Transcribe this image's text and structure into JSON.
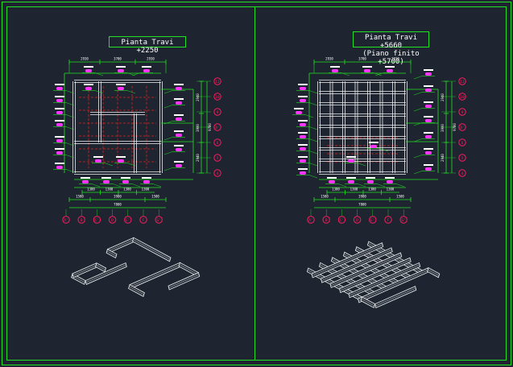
{
  "drawing": {
    "left_plan": {
      "title": "Pianta Travi +2250",
      "dim_top": [
        "2930",
        "3700",
        "2930"
      ],
      "dim_right": [
        "2940",
        "3900",
        "2940"
      ],
      "dim_right_total": "9780",
      "dim_bottom_parts": [
        "1300",
        "1300",
        "1300",
        "1300"
      ],
      "dim_bottom_mid": [
        "1500",
        "3900",
        "1500"
      ],
      "dim_bottom_total": "7800",
      "grid_rows": [
        "11",
        "10",
        "9",
        "8'",
        "6",
        "5",
        "4"
      ],
      "grid_cols": [
        "A'",
        "B",
        "C'",
        "D",
        "E'",
        "F",
        "G'"
      ]
    },
    "right_plan": {
      "title_line1": "Pianta Travi +5660",
      "title_line2": "(Piano finito +5700)",
      "dim_top": [
        "2930",
        "3700",
        "2930"
      ],
      "dim_right": [
        "2940",
        "3900",
        "2940"
      ],
      "dim_right_total": "9780",
      "dim_bottom_parts": [
        "1300",
        "1300",
        "1300",
        "1300"
      ],
      "dim_bottom_mid": [
        "1500",
        "3900",
        "1500"
      ],
      "dim_bottom_total": "7800",
      "grid_rows": [
        "11",
        "10",
        "9",
        "8'",
        "6",
        "5",
        "4"
      ],
      "grid_cols": [
        "A'",
        "B",
        "C'",
        "D",
        "E'",
        "F",
        "G'"
      ]
    },
    "colors": {
      "background": "#1e2530",
      "frame": "#22e022",
      "plan_line": "#f0f0f0",
      "hidden_line": "#e02020",
      "dimension": "#22e022",
      "grid_bubble": "#ff1a60",
      "tag": "#ff33ff"
    }
  }
}
